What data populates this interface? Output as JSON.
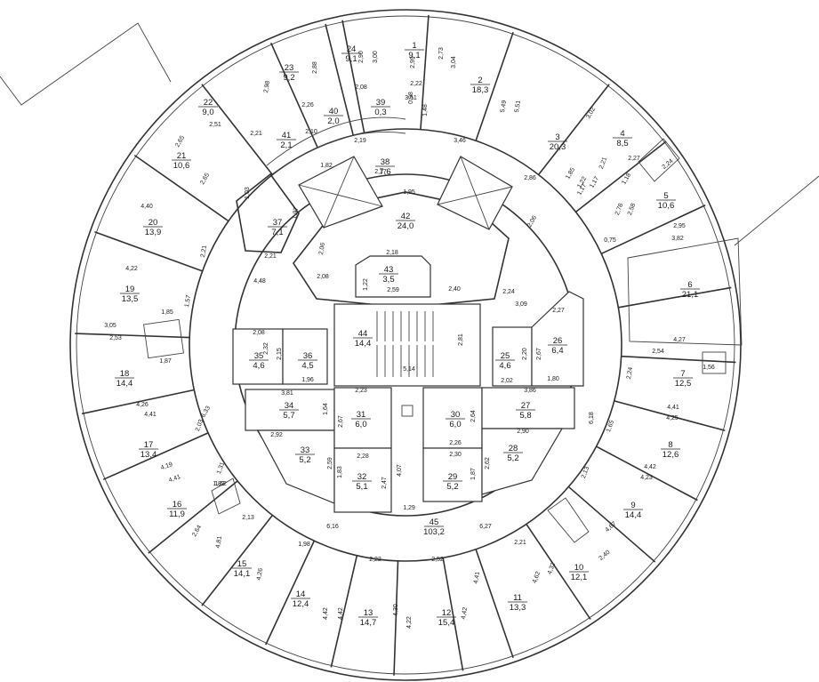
{
  "rooms": [
    {
      "no": "1",
      "area": "9,1"
    },
    {
      "no": "2",
      "area": "18,3"
    },
    {
      "no": "3",
      "area": "20,3"
    },
    {
      "no": "4",
      "area": "8,5"
    },
    {
      "no": "5",
      "area": "10,6"
    },
    {
      "no": "6",
      "area": "21,1"
    },
    {
      "no": "7",
      "area": "12,5"
    },
    {
      "no": "8",
      "area": "12,6"
    },
    {
      "no": "9",
      "area": "14,4"
    },
    {
      "no": "10",
      "area": "12,1"
    },
    {
      "no": "11",
      "area": "13,3"
    },
    {
      "no": "12",
      "area": "15,4"
    },
    {
      "no": "13",
      "area": "14,7"
    },
    {
      "no": "14",
      "area": "12,4"
    },
    {
      "no": "15",
      "area": "14,1"
    },
    {
      "no": "16",
      "area": "11,9"
    },
    {
      "no": "17",
      "area": "13,4"
    },
    {
      "no": "18",
      "area": "14,4"
    },
    {
      "no": "19",
      "area": "13,5"
    },
    {
      "no": "20",
      "area": "13,9"
    },
    {
      "no": "21",
      "area": "10,6"
    },
    {
      "no": "22",
      "area": "9,0"
    },
    {
      "no": "23",
      "area": "9,2"
    },
    {
      "no": "24",
      "area": "9,1"
    },
    {
      "no": "25",
      "area": "4,6"
    },
    {
      "no": "26",
      "area": "6,4"
    },
    {
      "no": "27",
      "area": "5,8"
    },
    {
      "no": "28",
      "area": "5,2"
    },
    {
      "no": "29",
      "area": "5,2"
    },
    {
      "no": "30",
      "area": "6,0"
    },
    {
      "no": "31",
      "area": "6,0"
    },
    {
      "no": "32",
      "area": "5,1"
    },
    {
      "no": "33",
      "area": "5,2"
    },
    {
      "no": "34",
      "area": "5,7"
    },
    {
      "no": "35",
      "area": "4,6"
    },
    {
      "no": "36",
      "area": "4,5"
    },
    {
      "no": "37",
      "area": "7,1"
    },
    {
      "no": "38",
      "area": "7,6"
    },
    {
      "no": "39",
      "area": "0,3"
    },
    {
      "no": "40",
      "area": "2,0"
    },
    {
      "no": "41",
      "area": "2,1"
    },
    {
      "no": "42",
      "area": "24,0"
    },
    {
      "no": "43",
      "area": "3,5"
    },
    {
      "no": "44",
      "area": "14,4"
    },
    {
      "no": "45",
      "area": "103,2"
    }
  ],
  "dims": [
    "2,99",
    "2,73",
    "3,04",
    "3,00",
    "2,90",
    "2,88",
    "2,98",
    "5,49",
    "5,51",
    "3,02",
    "2,21",
    "2,27",
    "2,24",
    "1,85",
    "1,22",
    "1,17",
    "1,17",
    "1,18",
    "2,58",
    "2,78",
    "2,86",
    "2,06",
    "0,75",
    "2,95",
    "3,82",
    "4,27",
    "2,54",
    "1,56",
    "2,24",
    "4,41",
    "4,25",
    "1,65",
    "6,18",
    "4,42",
    "4,23",
    "2,13",
    "4,67",
    "2,40",
    "4,32",
    "4,62",
    "2,21",
    "6,27",
    "4,41",
    "4,42",
    "2,52",
    "4,22",
    "4,30",
    "2,22",
    "4,42",
    "4,42",
    "1,98",
    "6,16",
    "4,26",
    "4,81",
    "2,13",
    "2,64",
    "1,82",
    "1,31",
    "4,41",
    "4,19",
    "2,03",
    "4,41",
    "4,26",
    "6,33",
    "1,87",
    "2,53",
    "3,05",
    "1,85",
    "1,57",
    "4,22",
    "2,21",
    "4,40",
    "2,65",
    "2,65",
    "2,51",
    "2,21",
    "2,26",
    "2,08",
    "2,22",
    "1,48",
    "0,98",
    "2,10",
    "2,19",
    "1,82",
    "1,03",
    "1,97",
    "2,17",
    "1,95",
    "3,46",
    "2,08",
    "2,21",
    "2,06",
    "4,48",
    "2,18",
    "1,22",
    "2,59",
    "2,40",
    "2,24",
    "3,09",
    "2,27",
    "2,81",
    "2,67",
    "2,20",
    "1,80",
    "2,02",
    "5,14",
    "2,08",
    "2,32",
    "2,15",
    "1,96",
    "3,81",
    "1,64",
    "2,23",
    "2,67",
    "2,92",
    "2,59",
    "2,28",
    "1,83",
    "2,47",
    "4,07",
    "1,29",
    "2,64",
    "2,26",
    "2,30",
    "2,62",
    "1,87",
    "3,86",
    "2,90",
    "1,62",
    "3,51"
  ]
}
